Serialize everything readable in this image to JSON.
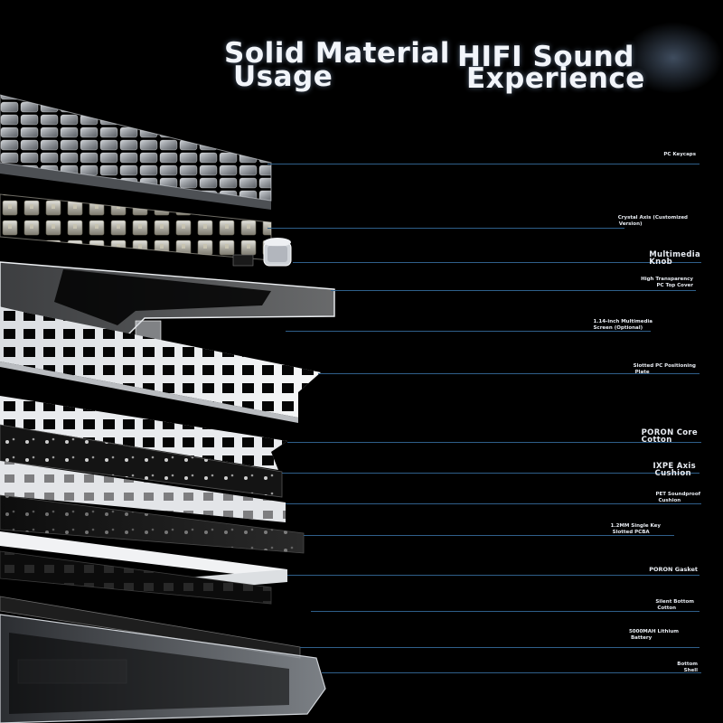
{
  "headline": {
    "left_line1": "Solid Material",
    "left_line2": "Usage",
    "right_line1": "HIFI Sound",
    "right_line2": "Experience"
  },
  "callouts": [
    {
      "lines": [
        "PC Keycaps"
      ]
    },
    {
      "lines": [
        "Crystal Axis (Customized",
        "Version)"
      ]
    },
    {
      "lines": [
        "Multimedia",
        "Knob"
      ]
    },
    {
      "lines": [
        "High Transparency",
        "PC Top Cover"
      ]
    },
    {
      "lines": [
        "1.14-inch Multimedia",
        "Screen (Optional)"
      ]
    },
    {
      "lines": [
        "Slotted PC Positioning",
        "Plate"
      ]
    },
    {
      "lines": [
        "PORON Core",
        "Cotton"
      ]
    },
    {
      "lines": [
        "IXPE Axis",
        "Cushion"
      ]
    },
    {
      "lines": [
        "PET Soundproof",
        "Cushion"
      ]
    },
    {
      "lines": [
        "1.2MM Single Key",
        "Slotted PCBA"
      ]
    },
    {
      "lines": [
        "PORON Gasket"
      ]
    },
    {
      "lines": [
        "Silent Bottom",
        "Cotton"
      ]
    },
    {
      "lines": [
        "5000MAH Lithium",
        "Battery"
      ]
    },
    {
      "lines": [
        "Bottom",
        "Shell"
      ]
    }
  ],
  "colors": {
    "background": "#000000",
    "leader_line": "#2f5f8a",
    "text": "#e8ecf2"
  }
}
